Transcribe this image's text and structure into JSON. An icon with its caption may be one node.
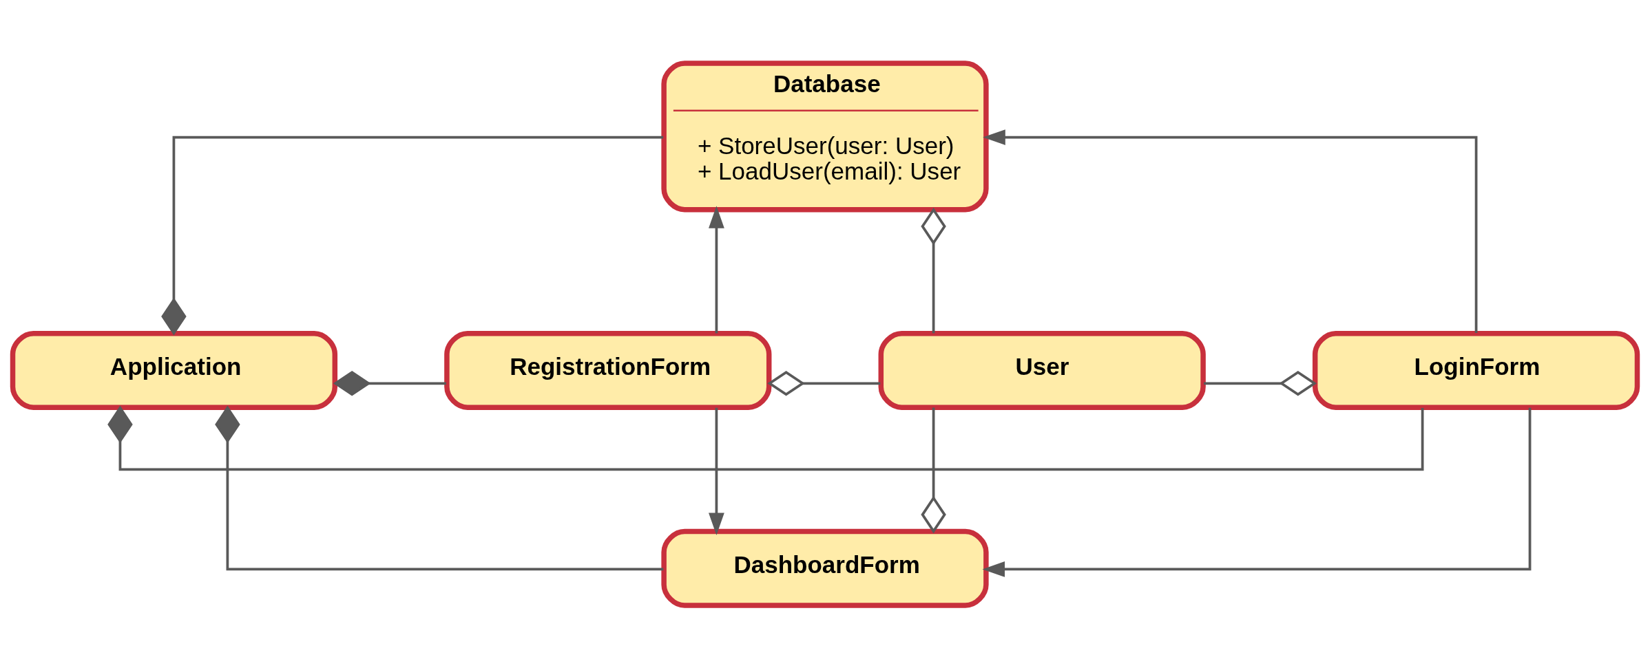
{
  "diagram": {
    "nodes": [
      {
        "text": [
          "Database",
          "+ StoreUser(user: User)",
          "+ LoadUser(email): User"
        ]
      },
      {
        "text": [
          "Application"
        ]
      },
      {
        "text": [
          "RegistrationForm"
        ]
      },
      {
        "text": [
          "User"
        ]
      },
      {
        "text": [
          "LoginForm"
        ]
      },
      {
        "text": [
          "DashboardForm"
        ]
      }
    ],
    "edges": [
      {
        "from": 1,
        "to": 0,
        "arrow": "other"
      },
      {
        "from": 1,
        "to": 2,
        "arrow": "other"
      },
      {
        "from": 1,
        "to": 5,
        "arrow": "other"
      },
      {
        "from": 1,
        "to": 4,
        "arrow": "other"
      },
      {
        "from": 2,
        "to": 0,
        "arrow": "to"
      },
      {
        "from": 2,
        "to": 3,
        "arrow": "other"
      },
      {
        "from": 0,
        "to": 3,
        "arrow": "other"
      },
      {
        "from": 4,
        "to": 3,
        "arrow": "other"
      },
      {
        "from": 5,
        "to": 3,
        "arrow": "other"
      },
      {
        "from": 2,
        "to": 5,
        "arrow": "to"
      },
      {
        "from": 4,
        "to": 0,
        "arrow": "to"
      },
      {
        "from": 4,
        "to": 5,
        "arrow": "to"
      }
    ]
  }
}
